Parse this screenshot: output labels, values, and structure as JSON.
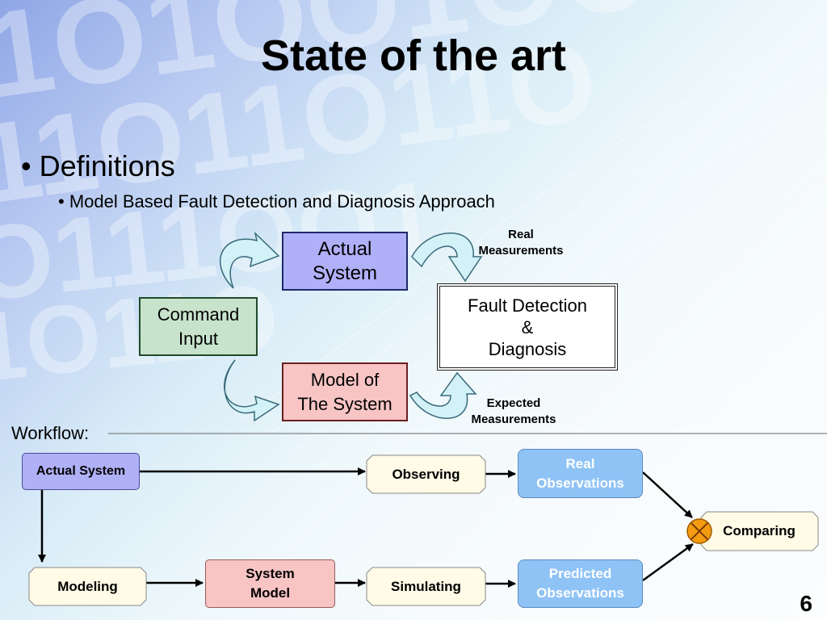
{
  "slide": {
    "title": "State of the art",
    "bullet_level1": "• Definitions",
    "bullet_level2": "•  Model Based Fault Detection and Diagnosis Approach",
    "page_number": "6"
  },
  "diagram": {
    "actual_system": "Actual\nSystem",
    "command_input": "Command\nInput",
    "model_of_system": "Model of\nThe System",
    "fault_detection": "Fault Detection\n&\nDiagnosis",
    "real_measurements": "Real\nMeasurements",
    "expected_measurements": "Expected\nMeasurements"
  },
  "workflow": {
    "label": "Workflow:",
    "actual_system": "Actual System",
    "observing": "Observing",
    "real_observations": "Real\nObservations",
    "comparing": "Comparing",
    "modeling": "Modeling",
    "system_model": "System\nModel",
    "simulating": "Simulating",
    "predicted_observations": "Predicted\nObservations"
  },
  "colors": {
    "actual_system_fill": "#b0b0f8",
    "command_input_fill": "#c8e3cc",
    "model_fill": "#f8c4c4",
    "observation_fill": "#8fc3f5",
    "step_fill": "#fffbe6",
    "compare_icon": "#f39c12"
  }
}
